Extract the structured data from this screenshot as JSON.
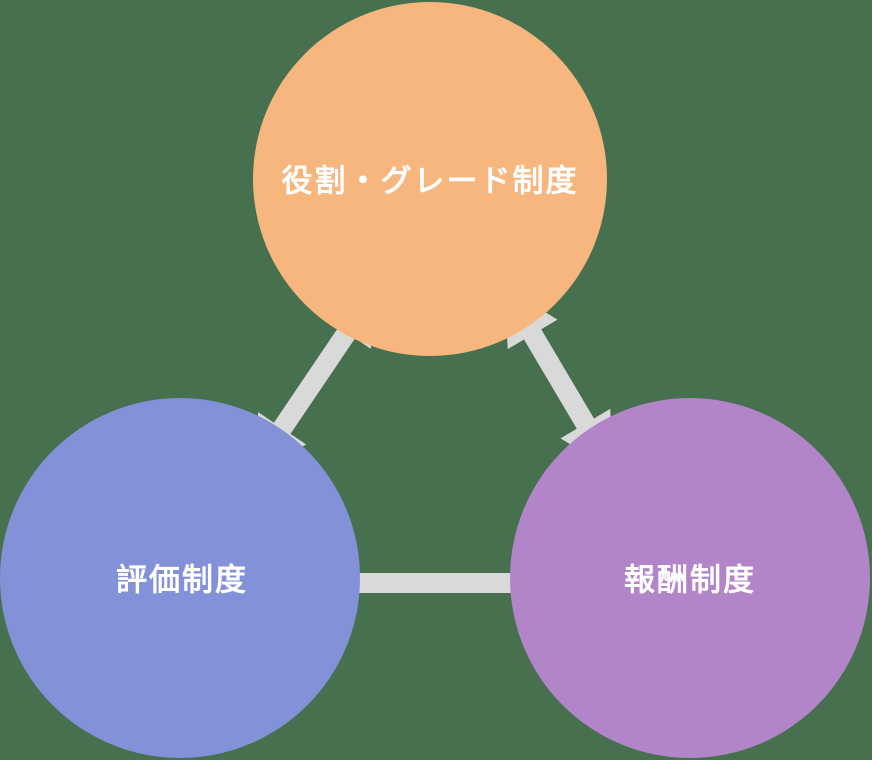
{
  "diagram": {
    "type": "cycle-relationship",
    "background_color": "#47704E",
    "arrow_color": "#D9D9D9",
    "label_text_color": "#FFFFFF",
    "nodes": [
      {
        "id": "role-grade-system",
        "label": "役割・グレード制度",
        "color": "#F7B67E",
        "position": "top"
      },
      {
        "id": "evaluation-system",
        "label": "評価制度",
        "color": "#8391D8",
        "position": "bottom-left"
      },
      {
        "id": "compensation-system",
        "label": "報酬制度",
        "color": "#B285C8",
        "position": "bottom-right"
      }
    ],
    "connections": [
      {
        "from": "evaluation-system",
        "to": "role-grade-system",
        "bidirectional": true
      },
      {
        "from": "role-grade-system",
        "to": "compensation-system",
        "bidirectional": true
      },
      {
        "from": "evaluation-system",
        "to": "compensation-system",
        "bidirectional": true
      }
    ]
  }
}
